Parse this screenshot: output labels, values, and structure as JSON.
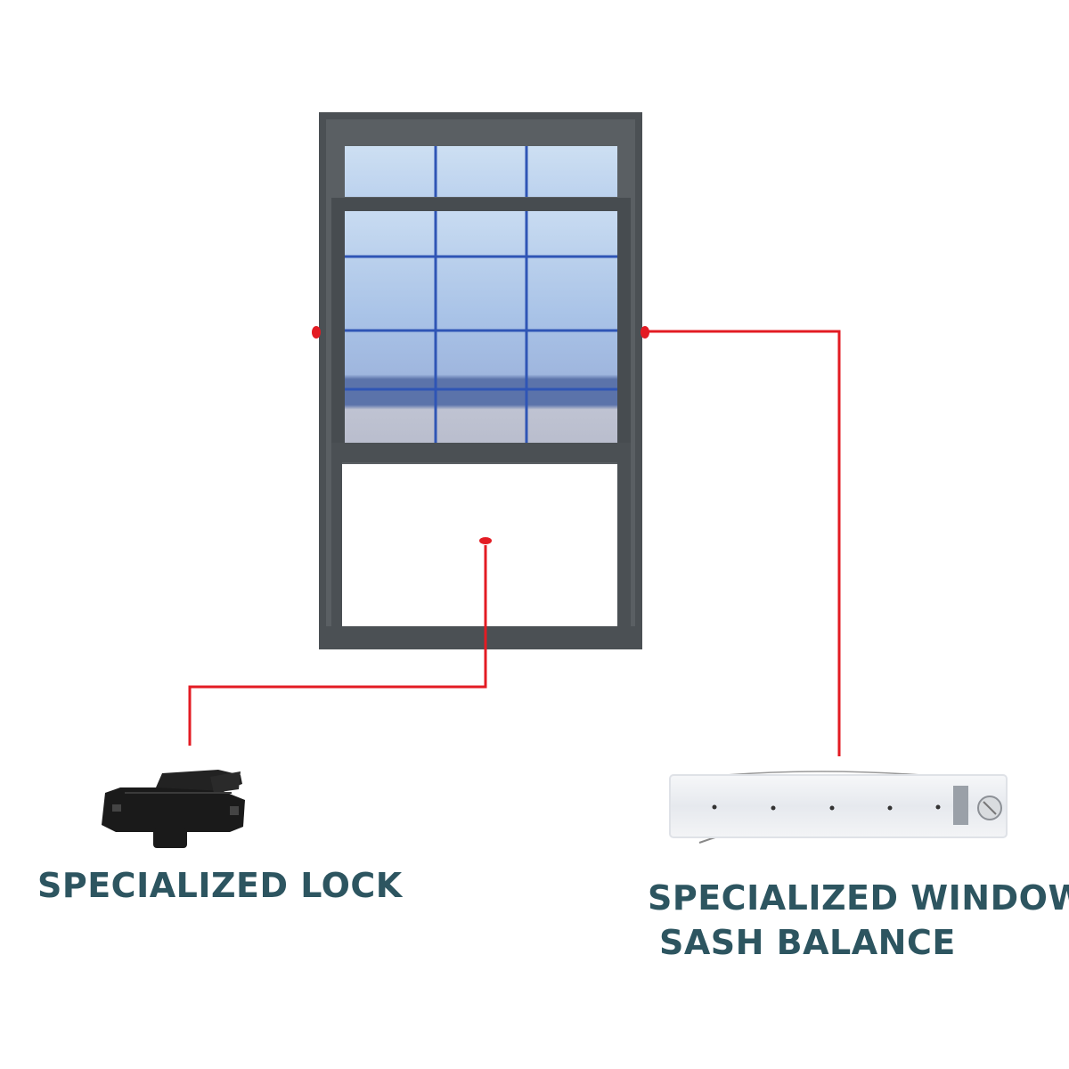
{
  "labels": {
    "lock": "SPECIALIZED LOCK",
    "balance_line1": "SPECIALIZED WINDOW",
    "balance_line2": "SASH BALANCE"
  },
  "colors": {
    "frame": "#4b5054",
    "glass_light": "#c4d7ee",
    "glass_mid": "#a7c2e6",
    "glass_dark": "#5a72a8",
    "glass_lower": "#bcc0d0",
    "muntin": "#2f55b5",
    "leader": "#e31b23",
    "label_text": "#2d5560",
    "lock_body": "#1a1a1a",
    "balance_body": "#eef0f3"
  },
  "icons": [
    "window-icon",
    "lock-icon",
    "sash-balance-icon"
  ]
}
